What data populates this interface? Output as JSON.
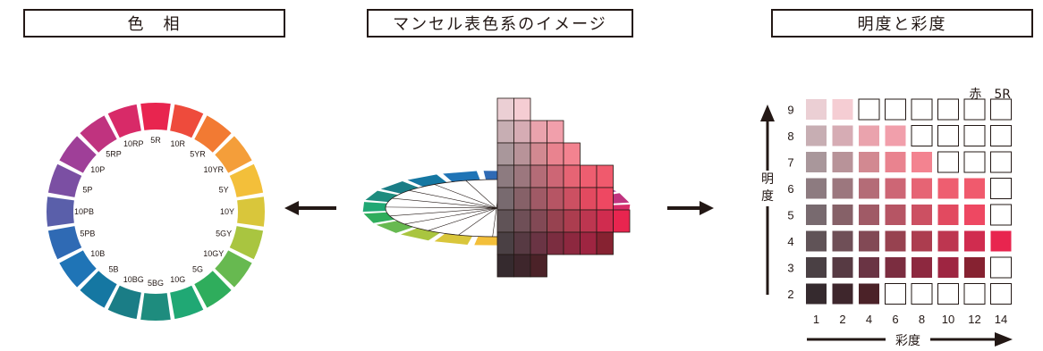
{
  "headers": {
    "hue": "色　相",
    "munsell": "マンセル表色系のイメージ",
    "value_chroma": "明度と彩度"
  },
  "hue_ring": {
    "labels": [
      "5R",
      "10R",
      "5YR",
      "10YR",
      "5Y",
      "10Y",
      "5GY",
      "10GY",
      "5G",
      "10G",
      "5BG",
      "10BG",
      "5B",
      "10B",
      "5PB",
      "10PB",
      "5P",
      "10P",
      "5RP",
      "10RP"
    ],
    "colors": [
      "#e8254f",
      "#ee4b3c",
      "#f27a33",
      "#f49e3a",
      "#f3bf3a",
      "#d9c63b",
      "#a9c540",
      "#67b950",
      "#2fad5c",
      "#20a874",
      "#1e8c7e",
      "#1a7d86",
      "#1577a2",
      "#1f74b6",
      "#2f6ab4",
      "#5a5faa",
      "#7b4fa3",
      "#9f3f98",
      "#c0337f",
      "#d82a68"
    ]
  },
  "vc_chart": {
    "hue_label": "赤　5R",
    "value_axis_label": "明度",
    "chroma_axis_label": "彩度",
    "value_ticks": [
      "9",
      "8",
      "7",
      "6",
      "5",
      "4",
      "3",
      "2"
    ],
    "chroma_ticks": [
      "1",
      "2",
      "4",
      "6",
      "8",
      "10",
      "12",
      "14"
    ]
  },
  "vc_rows": [
    [
      "#ebcfd4",
      "#f5cdd3",
      "",
      "",
      "",
      "",
      "",
      ""
    ],
    [
      "#c7aeb3",
      "#d6acb4",
      "#eaa3ad",
      "#f19fab",
      "",
      "",
      "",
      ""
    ],
    [
      "#a9979b",
      "#b89399",
      "#d28991",
      "#e9838f",
      "#f38390",
      "",
      "",
      ""
    ],
    [
      "#8d7b80",
      "#9c777e",
      "#b46c77",
      "#cd6675",
      "#e66474",
      "#ee5e70",
      "#f05a6d",
      ""
    ],
    [
      "#786a6f",
      "#866168",
      "#a05a66",
      "#b65564",
      "#cc5062",
      "#e24a60",
      "#ee4862",
      ""
    ],
    [
      "#605357",
      "#6f4f57",
      "#824955",
      "#974250",
      "#ac3d4f",
      "#bd3650",
      "#d02c4f",
      "#e8254f"
    ],
    [
      "#4a4044",
      "#573a43",
      "#6a3444",
      "#7b2d40",
      "#8d283f",
      "#9e2541",
      "#862231",
      ""
    ],
    [
      "#352a2e",
      "#3e262c",
      "#4b2228",
      "",
      "",
      "",
      "",
      ""
    ]
  ]
}
